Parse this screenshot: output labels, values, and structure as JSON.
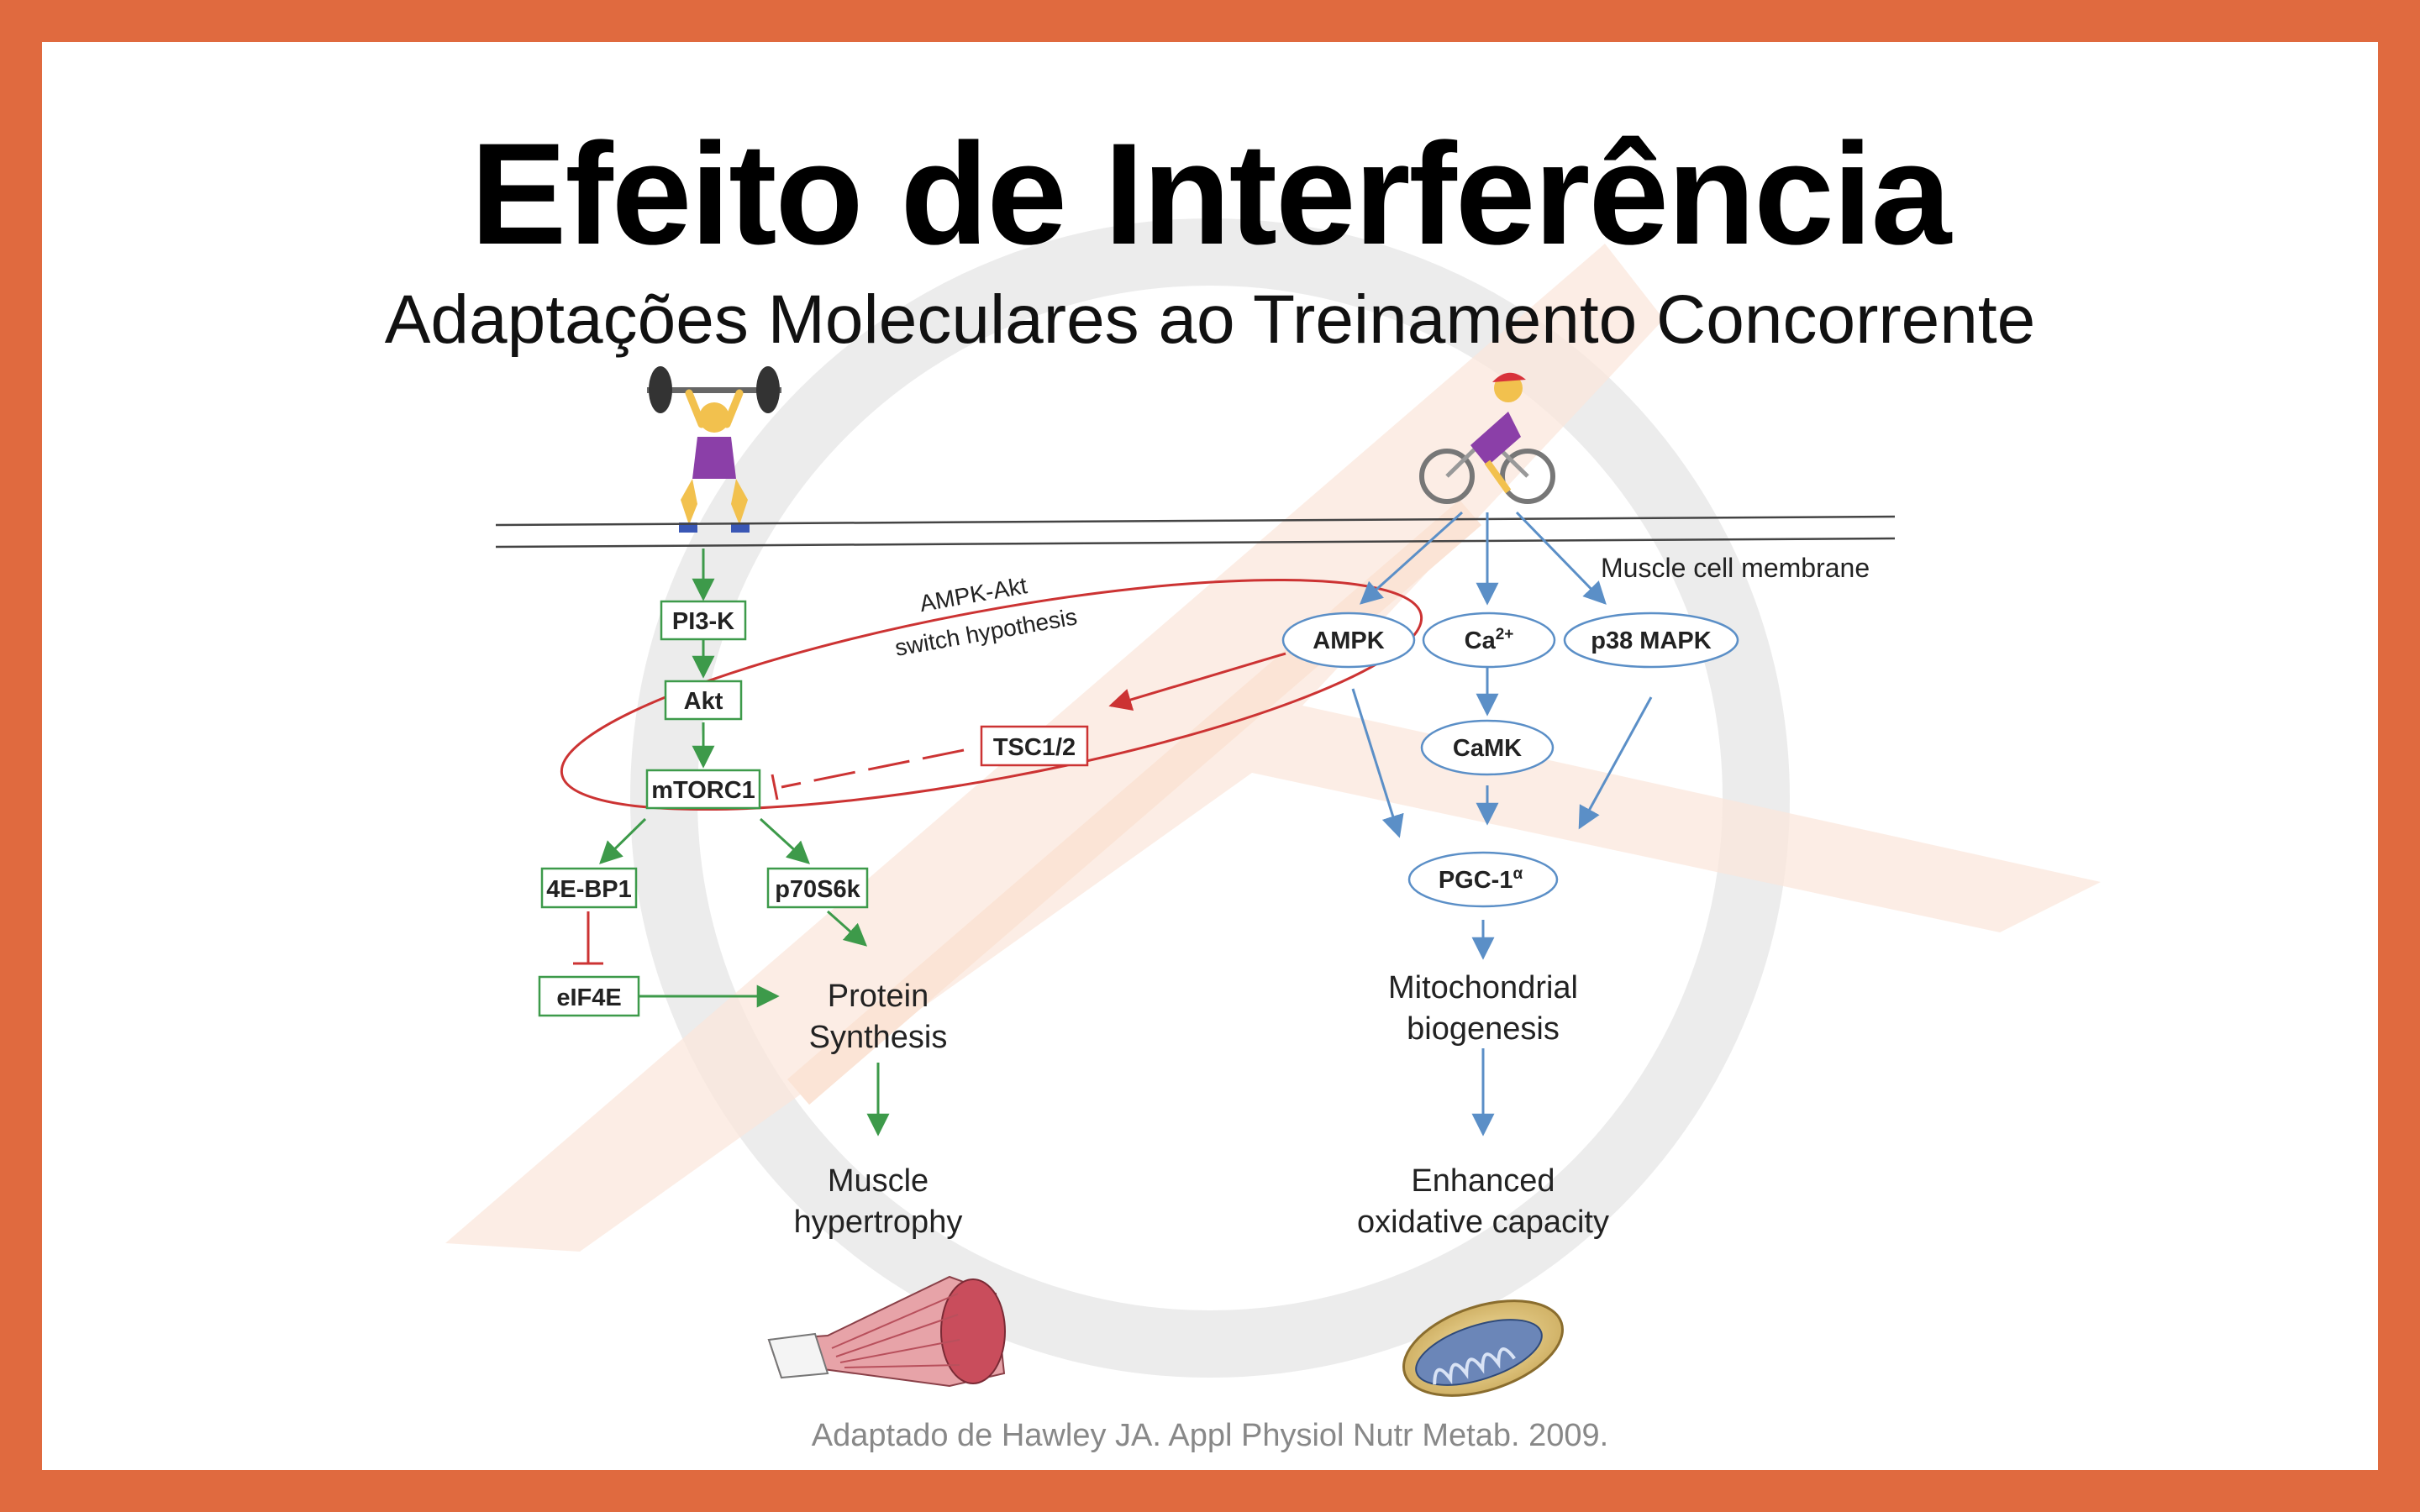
{
  "slide": {
    "title": "Efeito de Interferência",
    "subtitle": "Adaptações Moleculares ao Treinamento Concorrente",
    "citation": "Adaptado de Hawley JA. Appl Physiol Nutr Metab. 2009."
  },
  "diagram": {
    "membrane_label": "Muscle cell membrane",
    "hypothesis_label_line1": "AMPK-Akt",
    "hypothesis_label_line2": "switch hypothesis",
    "resistance_nodes": {
      "pi3k": "PI3-K",
      "akt": "Akt",
      "mtorc1": "mTORC1",
      "ebp1": "4E-BP1",
      "p70s6k": "p70S6k",
      "eif4e": "eIF4E",
      "tsc": "TSC1/2"
    },
    "endurance_nodes": {
      "ampk": "AMPK",
      "ca_base": "Ca",
      "ca_sup": "2+",
      "p38": "p38 MAPK",
      "camk": "CaMK",
      "pgc_base": "PGC-1",
      "pgc_sup": "α"
    },
    "outcomes": {
      "protein_line1": "Protein",
      "protein_line2": "Synthesis",
      "hypertrophy_line1": "Muscle",
      "hypertrophy_line2": "hypertrophy",
      "mito_line1": "Mitochondrial",
      "mito_line2": "biogenesis",
      "oxidative_line1": "Enhanced",
      "oxidative_line2": "oxidative capacity"
    },
    "colors": {
      "frame": "#e06a3f",
      "resistance_green": "#3d9a4a",
      "endurance_blue": "#5b8fc7",
      "inhibition_red": "#cc3333"
    }
  }
}
